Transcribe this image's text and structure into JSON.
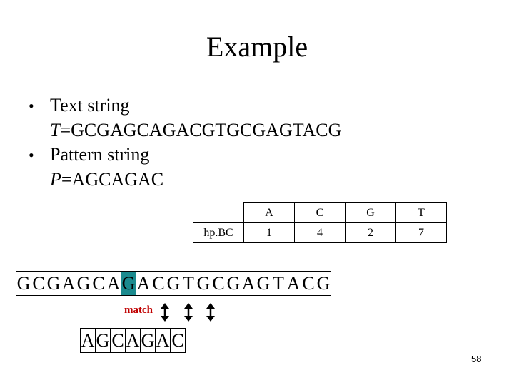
{
  "title": "Example",
  "bullets": [
    {
      "label": "Text string",
      "var": "T",
      "value": "=GCGAGCAGACGTGCGAGTACG"
    },
    {
      "label": "Pattern string",
      "var": "P",
      "value": "=AGCAGAC"
    }
  ],
  "table": {
    "headers": [
      "A",
      "C",
      "G",
      "T"
    ],
    "row_label": "hp.BC",
    "values": [
      "1",
      "4",
      "2",
      "7"
    ]
  },
  "text_chars": [
    "G",
    "C",
    "G",
    "A",
    "G",
    "C",
    "A",
    "G",
    "A",
    "C",
    "G",
    "T",
    "G",
    "C",
    "G",
    "A",
    "G",
    "T",
    "A",
    "C",
    "G"
  ],
  "highlight_index": 7,
  "highlight_color": "#1b8a8e",
  "match_label": "match",
  "match_color": "#c00000",
  "pattern_chars": [
    "A",
    "G",
    "C",
    "A",
    "G",
    "A",
    "C"
  ],
  "page_number": "58"
}
